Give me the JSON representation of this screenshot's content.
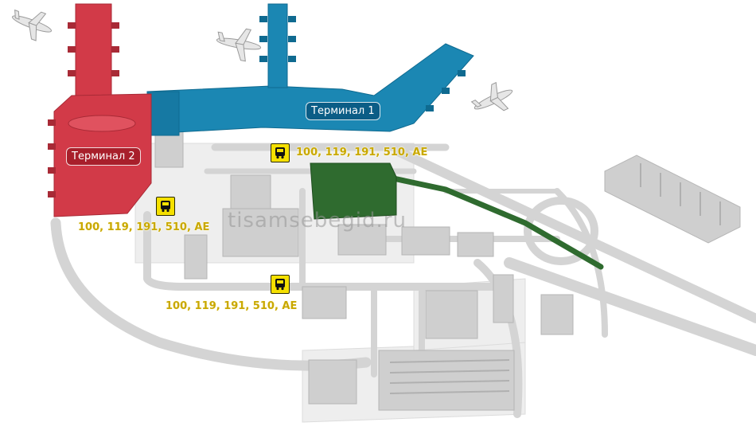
{
  "terminals": {
    "terminal1": "Терминал 1",
    "terminal2": "Терминал 2"
  },
  "bus_stops": [
    {
      "routes": "100, 119, 191, 510, АЕ"
    },
    {
      "routes": "100, 119, 191, 510, АЕ"
    },
    {
      "routes": "100, 119, 191, 510, АЕ"
    }
  ],
  "watermark": "tisamsebegid.ru",
  "icons": [
    "airplane-icon",
    "bus-icon"
  ],
  "colors": {
    "terminal1": "#1b87b3",
    "terminal2": "#d23a48",
    "aeroexpress": "#2f6b2f",
    "bus_stop": "#f5e000",
    "route_text": "#c9a800",
    "road": "#d7d7d7",
    "building": "#cfcfcf"
  }
}
